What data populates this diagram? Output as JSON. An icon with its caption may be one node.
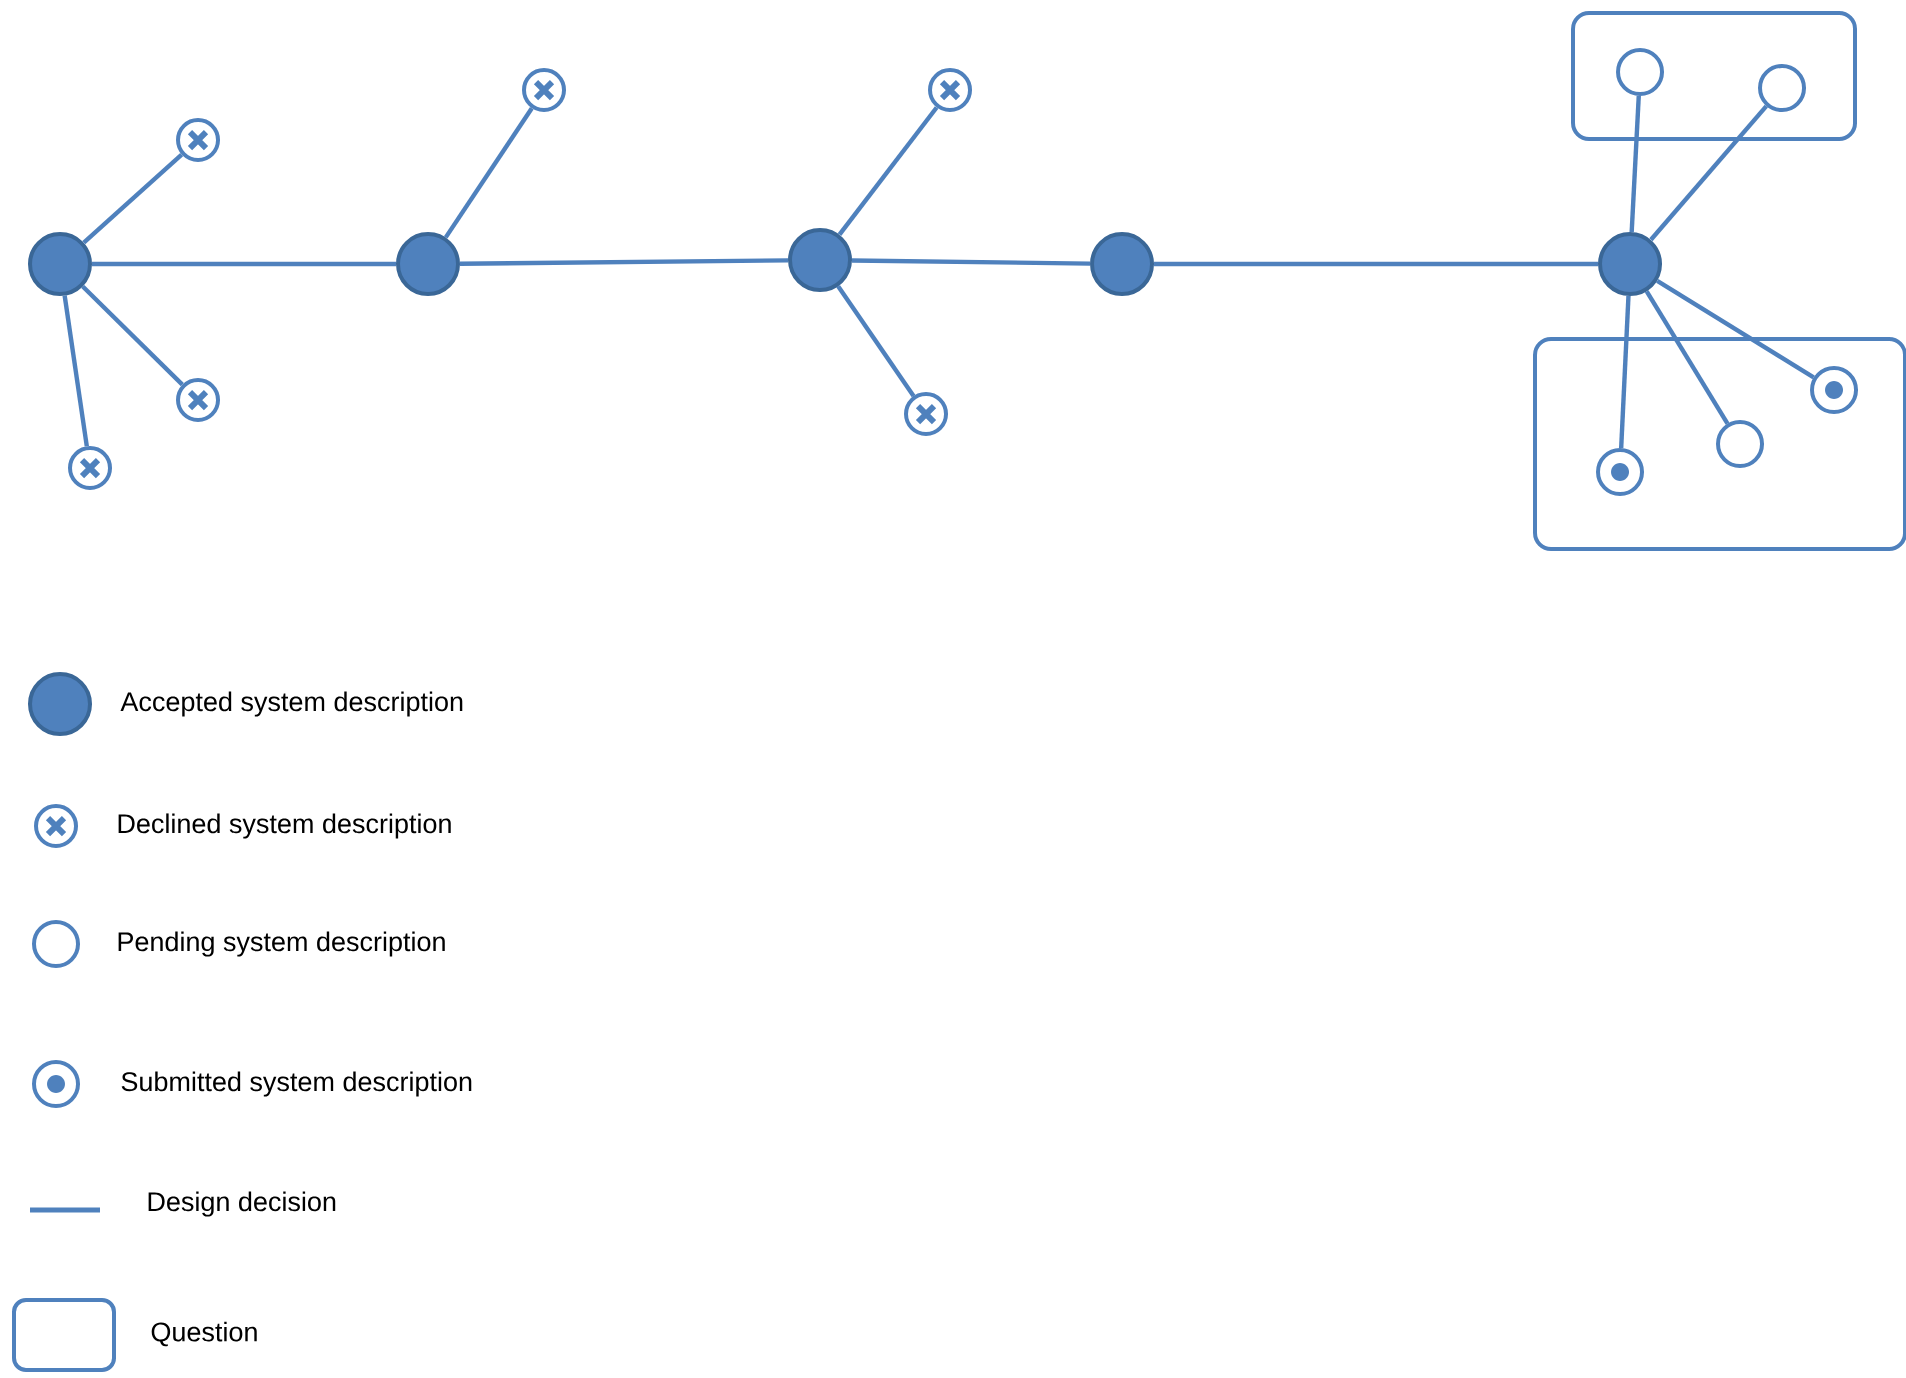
{
  "diagram": {
    "nodes": [
      {
        "text": [],
        "shape": "box"
      },
      {
        "text": [],
        "shape": "ring",
        "in": 0
      },
      {
        "text": [],
        "shape": "ring",
        "in": 0
      },
      {
        "text": [],
        "shape": "cross"
      },
      {
        "text": [],
        "shape": "cross"
      },
      {
        "text": [],
        "shape": "cross"
      },
      {
        "text": [],
        "shape": "circle"
      },
      {
        "text": [],
        "shape": "circle"
      },
      {
        "text": [],
        "shape": "circle"
      },
      {
        "text": [],
        "shape": "circle"
      },
      {
        "text": [],
        "shape": "circle"
      },
      {
        "text": [],
        "shape": "box"
      },
      {
        "text": [],
        "shape": "target",
        "in": 11
      },
      {
        "text": [],
        "shape": "ring",
        "in": 11
      },
      {
        "text": [],
        "shape": "target",
        "in": 11
      },
      {
        "text": [],
        "shape": "cross"
      },
      {
        "text": [],
        "shape": "cross"
      },
      {
        "text": [],
        "shape": "cross"
      }
    ],
    "edges": [
      {
        "from": 6,
        "to": 7,
        "arrow": "none"
      },
      {
        "from": 7,
        "to": 8,
        "arrow": "none"
      },
      {
        "from": 8,
        "to": 9,
        "arrow": "none"
      },
      {
        "from": 9,
        "to": 10,
        "arrow": "none"
      },
      {
        "from": 6,
        "to": 3,
        "arrow": "none"
      },
      {
        "from": 6,
        "to": 15,
        "arrow": "none"
      },
      {
        "from": 6,
        "to": 17,
        "arrow": "none"
      },
      {
        "from": 7,
        "to": 4,
        "arrow": "none"
      },
      {
        "from": 8,
        "to": 5,
        "arrow": "none"
      },
      {
        "from": 8,
        "to": 16,
        "arrow": "none"
      },
      {
        "from": 10,
        "to": 1,
        "arrow": "none"
      },
      {
        "from": 10,
        "to": 2,
        "arrow": "none"
      },
      {
        "from": 10,
        "to": 12,
        "arrow": "none"
      },
      {
        "from": 10,
        "to": 13,
        "arrow": "none"
      },
      {
        "from": 10,
        "to": 14,
        "arrow": "none"
      }
    ],
    "legend": [
      {
        "text": "Accepted system description"
      },
      {
        "text": "Declined system description"
      },
      {
        "text": "Pending system description"
      },
      {
        "text": "Submitted  system description"
      },
      {
        "text": "Design decision"
      },
      {
        "text": "Question"
      }
    ]
  }
}
